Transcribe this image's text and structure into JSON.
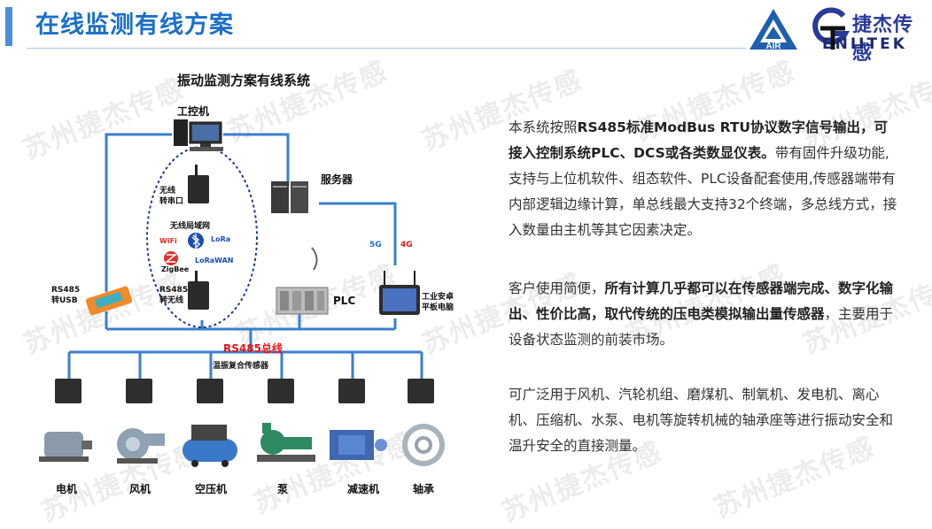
{
  "header": {
    "title": "在线监测有线方案",
    "logo_air_text": "AIR",
    "brand_cn": "捷杰传感",
    "brand_en": "ENIITEK"
  },
  "diagram": {
    "title": "振动监测方案有线系统",
    "labels": {
      "pc": "工控机",
      "wireless_serial": "无线\n转串口",
      "wlan": "无线局域网",
      "wifi": "WiFi",
      "lora": "LoRa",
      "zigbee": "ZigBee",
      "lorawan": "LoRaWAN",
      "rs485_wireless": "RS485\n转无线",
      "rs485_usb": "RS485\n转USB",
      "server": "服务器",
      "g5": "5G",
      "g4": "4G",
      "plc": "PLC",
      "tablet": "工业安卓\n平板电脑",
      "bus": "RS485总线",
      "sensor": "温振复合传感器"
    },
    "machines": [
      "电机",
      "风机",
      "空压机",
      "泵",
      "减速机",
      "轴承"
    ]
  },
  "text": {
    "p1": {
      "a": "本系统按照",
      "b": "RS485标准ModBus RTU协议数字信号输出，可接入控制系统PLC、DCS或各类数显仪表。",
      "c": "带有固件升级功能,支持与上位机软件、组态软件、PLC设备配套使用,传感器端带有内部逻辑边缘计算，单总线最大支持32个终端，多总线方式，接入数量由主机等其它因素决定。"
    },
    "p2": {
      "a": "客户使用简便，",
      "b": "所有计算几乎都可以在传感器端完成、数字化输出、性价比高，取代传统的压电类模拟输出量传感器",
      "c": "，主要用于设备状态监测的前装市场。"
    },
    "p3": "可广泛用于风机、汽轮机组、磨煤机、制氧机、发电机、离心机、压缩机、水泵、电机等旋转机械的轴承座等进行振动安全和温升安全的直接测量。"
  },
  "watermark": "苏州捷杰传感",
  "colors": {
    "title": "#1a6fc8",
    "line": "#3a7fd0",
    "bus_label": "#e01818"
  }
}
